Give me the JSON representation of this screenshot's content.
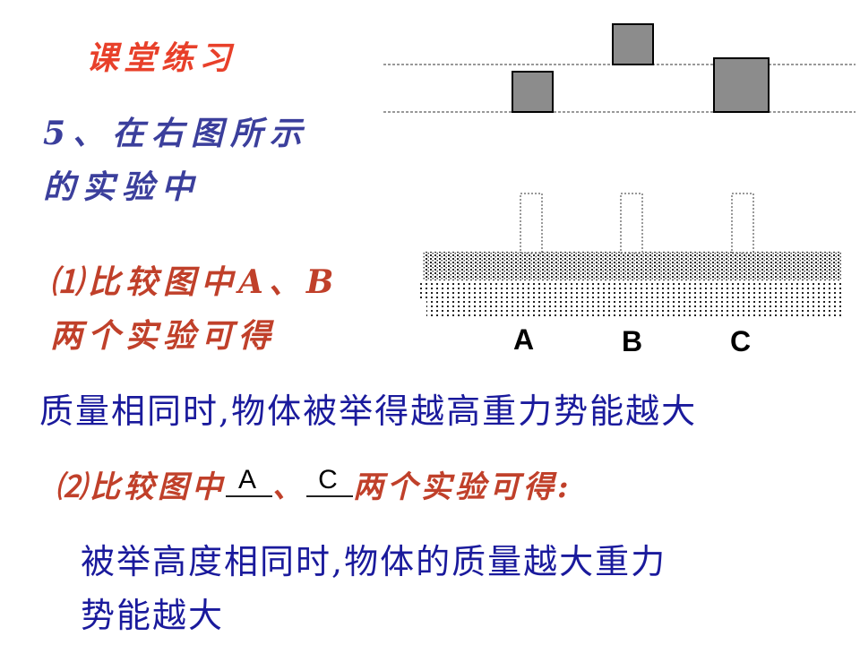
{
  "title": "课堂练习",
  "question": {
    "line1": "5、在右图所示",
    "line2": "的实验中"
  },
  "part1": {
    "line1": "⑴比较图中A、B",
    "line2": "两个实验可得",
    "answer": "质量相同时,物体被举得越高重力势能越大"
  },
  "part2": {
    "prefix": "⑵比较图中",
    "blank1": "A",
    "separator": "、",
    "blank2": "C",
    "suffix": "两个实验可得:",
    "answer_line1": "被举高度相同时,物体的质量越大重力",
    "answer_line2": "势能越大"
  },
  "diagram": {
    "labels": [
      "A",
      "B",
      "C"
    ],
    "block_color": "#8c8c8c"
  }
}
